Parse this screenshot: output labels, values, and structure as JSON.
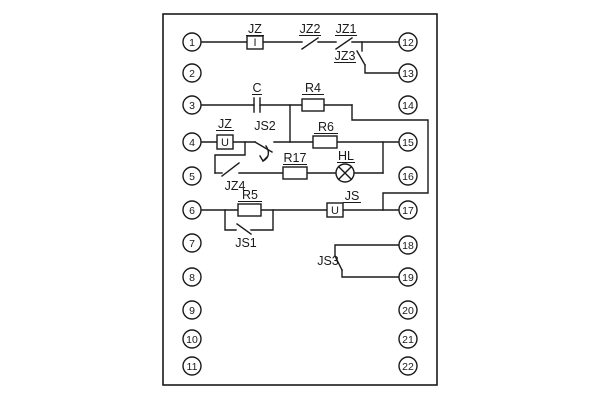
{
  "diagram": {
    "colors": {
      "line": "#1a1a1a",
      "background": "#ffffff"
    },
    "terminals": {
      "left": [
        "1",
        "2",
        "3",
        "4",
        "5",
        "6",
        "7",
        "8",
        "9",
        "10",
        "11"
      ],
      "right": [
        "12",
        "13",
        "14",
        "15",
        "16",
        "17",
        "18",
        "19",
        "20",
        "21",
        "22"
      ]
    },
    "components": {
      "jz_current_coil": {
        "label": "JZ",
        "symbol": "I"
      },
      "jz_voltage_coil": {
        "label": "JZ",
        "symbol": "U"
      },
      "js_time_coil": {
        "label": "JS",
        "symbol": "U"
      },
      "capacitor": {
        "label": "C"
      },
      "resistor_r4": {
        "label": "R4"
      },
      "resistor_r5": {
        "label": "R5"
      },
      "resistor_r6": {
        "label": "R6"
      },
      "resistor_r17": {
        "label": "R17"
      },
      "lamp_hl": {
        "label": "HL"
      },
      "contact_jz1": {
        "label": "JZ1"
      },
      "contact_jz2": {
        "label": "JZ2"
      },
      "contact_jz3": {
        "label": "JZ3"
      },
      "contact_jz4": {
        "label": "JZ4"
      },
      "contact_js1": {
        "label": "JS1"
      },
      "contact_js2": {
        "label": "JS2"
      },
      "contact_js3": {
        "label": "JS3"
      }
    }
  }
}
